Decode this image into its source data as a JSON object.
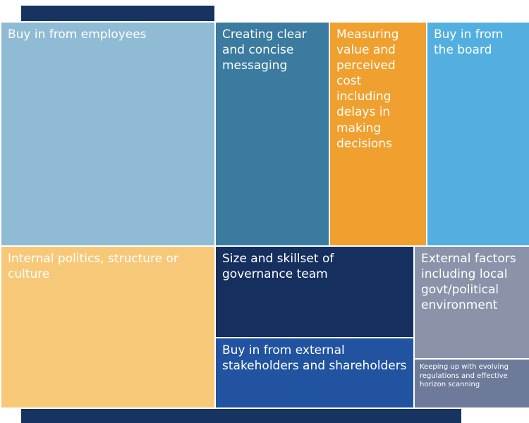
{
  "chart_data": {
    "type": "treemap",
    "title": "",
    "legend": "none",
    "note": "Treemap of governance challenges; cell area encodes relative weight (no numeric labels shown). Two small unlabeled cells appear as thin bars at top and bottom.",
    "items": [
      {
        "label": "",
        "name": "unlabeled-small-cell-top",
        "color": "#17335F",
        "area_pct": 1.4
      },
      {
        "label": "Buy in from employees",
        "name": "buy-in-from-employees",
        "color": "#8FBCD4",
        "area_pct": 22.7
      },
      {
        "label": "Creating clear and concise messaging",
        "name": "creating-clear-and-concise-messaging",
        "color": "#3B7BA0",
        "area_pct": 12.0
      },
      {
        "label": "Measuring value and perceived cost including delays in making decisions",
        "name": "measuring-value-and-perceived-cost",
        "color": "#F0A02F",
        "area_pct": 10.2
      },
      {
        "label": "Buy in from the board",
        "name": "buy-in-from-the-board",
        "color": "#52AFE0",
        "area_pct": 10.8
      },
      {
        "label": "Internal politics, structure or culture",
        "name": "internal-politics-structure-or-culture",
        "color": "#F8C879",
        "area_pct": 16.3
      },
      {
        "label": "Size and skillset of governance team",
        "name": "size-and-skillset-of-governance-team",
        "color": "#152F5E",
        "area_pct": 8.5
      },
      {
        "label": "Buy in from external stakeholders and shareholders",
        "name": "buy-in-from-external-stakeholders-and-shareholders",
        "color": "#2153A1",
        "area_pct": 6.5
      },
      {
        "label": "External factors including local govt/political environment",
        "name": "external-factors-including-local-govt-political-environment",
        "color": "#8A93A9",
        "area_pct": 6.0
      },
      {
        "label": "Keeping up with evolving regulations and effective horizon scanning",
        "name": "keeping-up-with-evolving-regulations",
        "color": "#6E7A99",
        "area_pct": 2.6
      },
      {
        "label": "",
        "name": "unlabeled-small-cell-bottom",
        "color": "#17335F",
        "area_pct": 3.0
      }
    ],
    "text_color": "#FFFFFF",
    "background_color": "#FFFFFF"
  }
}
